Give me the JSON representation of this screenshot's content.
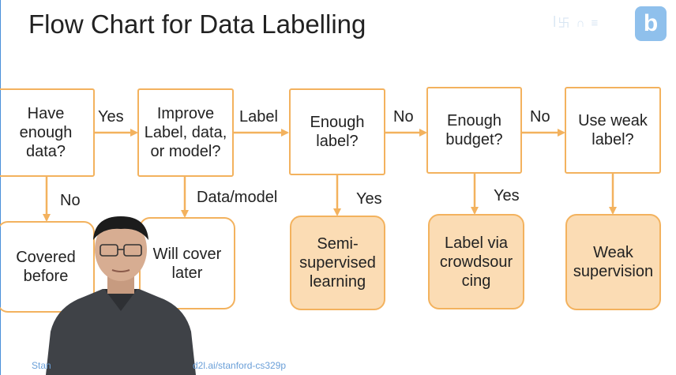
{
  "title": "Flow Chart for Data Labelling",
  "logo": {
    "text": "ꟾ卐  ∩  ≡",
    "mark": "b"
  },
  "nodes": {
    "enough_data": "Have\nenough\ndata?",
    "improve": "Improve\nLabel, data,\nor model?",
    "enough_label": "Enough\nlabel?",
    "enough_budget": "Enough\nbudget?",
    "weak_label": "Use weak\nlabel?",
    "covered_before": "Covered\nbefore",
    "cover_later": "Will cover\nlater",
    "semi_supervised": "Semi-\nsupervised\nlearning",
    "crowdsourcing": "Label via\ncrowdsour\ncing",
    "weak_supervision": "Weak\nsupervision"
  },
  "edge_labels": {
    "yes_1": "Yes",
    "label": "Label",
    "no_1": "No",
    "no_2": "No",
    "no_down": "No",
    "data_model": "Data/model",
    "yes_2": "Yes",
    "yes_3": "Yes"
  },
  "footer": {
    "left": "Stan",
    "right": "d2l.ai/stanford-cs329p"
  },
  "colors": {
    "box_border": "#f3b25e",
    "box_fill": "#fbdcb4",
    "arrow": "#f3b25e",
    "link": "#6a9fd8"
  }
}
